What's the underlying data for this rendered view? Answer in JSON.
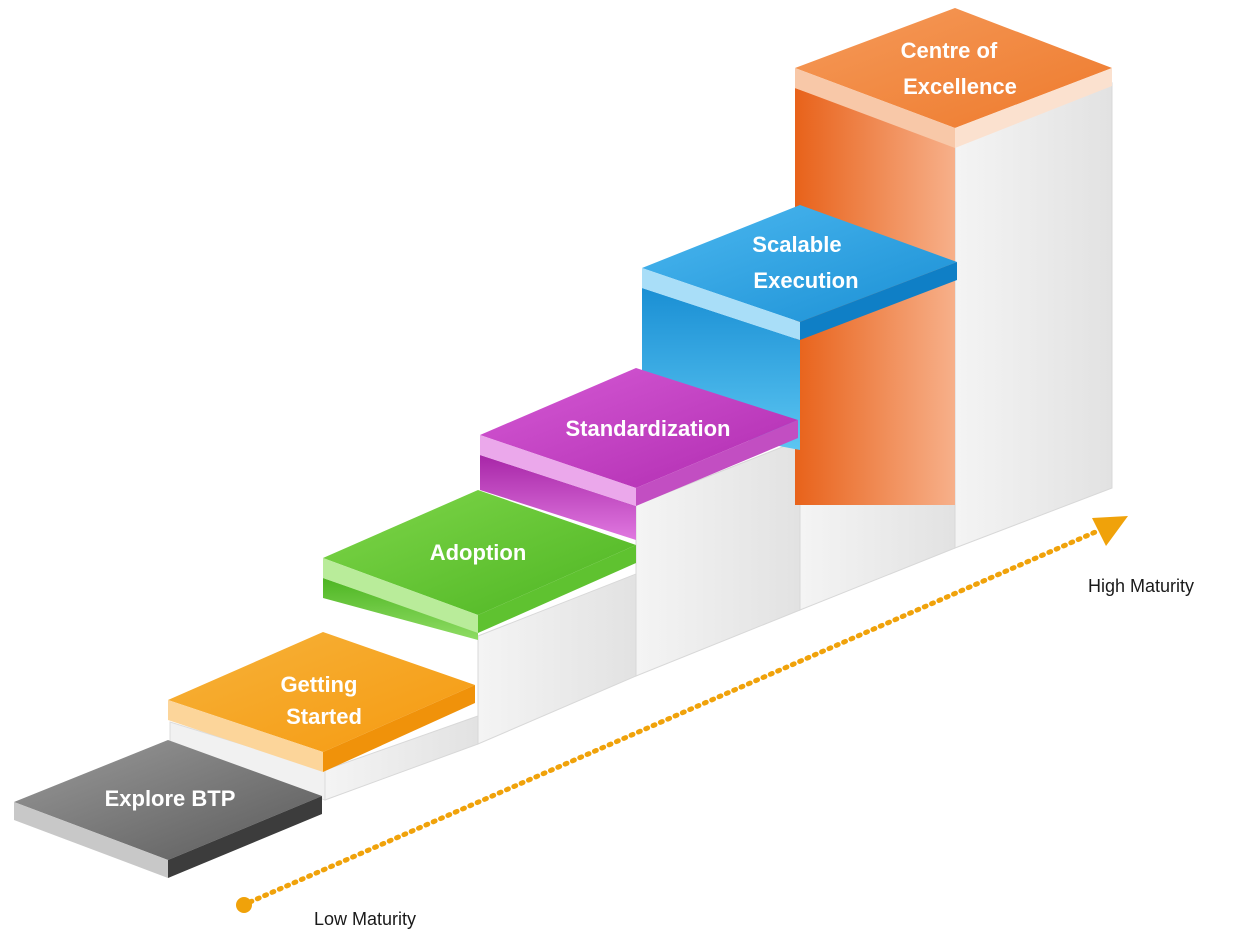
{
  "steps": [
    {
      "label_lines": [
        "Explore BTP"
      ],
      "color": "#555555"
    },
    {
      "label_lines": [
        "Getting",
        "Started"
      ],
      "color": "#f5a623"
    },
    {
      "label_lines": [
        "Adoption"
      ],
      "color": "#5cc234"
    },
    {
      "label_lines": [
        "Standardization"
      ],
      "color": "#c23ac2"
    },
    {
      "label_lines": [
        "Scalable",
        "Execution"
      ],
      "color": "#1f9be0"
    },
    {
      "label_lines": [
        "Centre of",
        "Excellence"
      ],
      "color": "#f07a2e"
    }
  ],
  "axis": {
    "low_label": "Low Maturity",
    "high_label": "High Maturity",
    "arrow_color": "#f0a20a"
  }
}
